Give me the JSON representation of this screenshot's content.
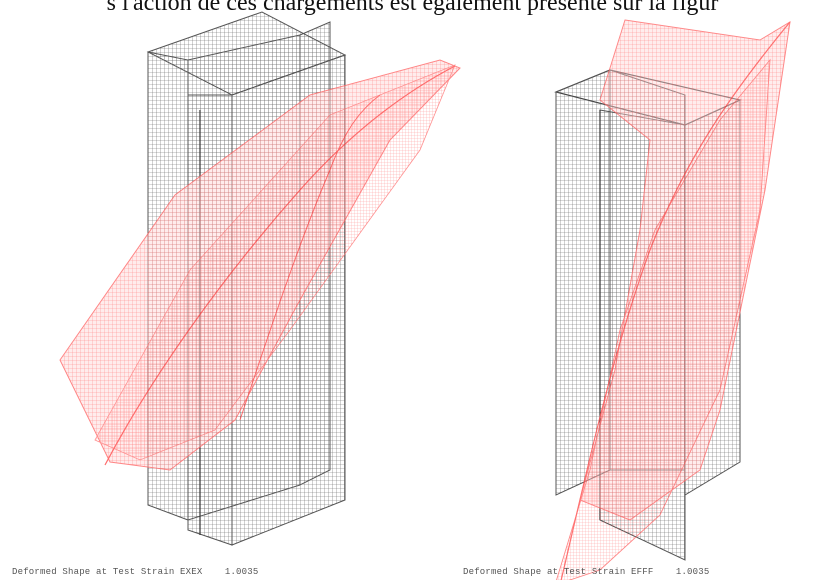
{
  "header_text": "s l'action de ces chargements est également présente sur la figur",
  "figures": [
    {
      "caption_label": "Deformed Shape at Test Strain EXEX",
      "caption_value": "1.0035"
    },
    {
      "caption_label": "Deformed Shape at Test Strain EFFF",
      "caption_value": "1.0035"
    }
  ],
  "colors": {
    "undeformed_mesh": "#555555",
    "deformed_mesh": "#ff6b6b",
    "deformed_fill": "#ffd5d5"
  }
}
